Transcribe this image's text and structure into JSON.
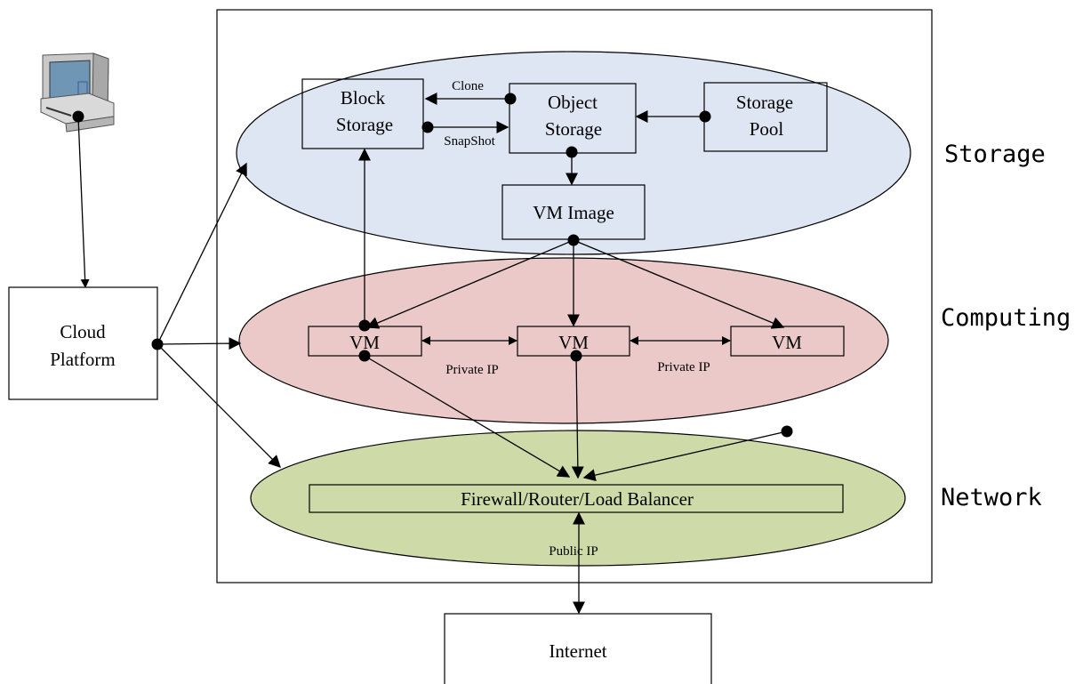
{
  "colors": {
    "storage_fill": "#dde6f2",
    "computing_fill": "#ecc9c9",
    "network_fill": "#cedba8",
    "line": "#000000",
    "monitor_screen": "#6f96b4",
    "monitor_body": "#c8c8c8"
  },
  "icons": {
    "client": "computer-icon"
  },
  "layers": {
    "storage": "Storage",
    "computing": "Computing",
    "network": "Network"
  },
  "nodes": {
    "cloud_platform": [
      "Cloud",
      "Platform"
    ],
    "block_storage": [
      "Block",
      "Storage"
    ],
    "object_storage": [
      "Object",
      "Storage"
    ],
    "storage_pool": [
      "Storage",
      "Pool"
    ],
    "vm_image": "VM Image",
    "vm1": "VM",
    "vm2": "VM",
    "vm3": "VM",
    "firewall": "Firewall/Router/Load Balancer",
    "internet": "Internet"
  },
  "edge_labels": {
    "clone": "Clone",
    "snapshot": "SnapShot",
    "private_ip_1": "Private IP",
    "private_ip_2": "Private IP",
    "public_ip": "Public IP"
  }
}
